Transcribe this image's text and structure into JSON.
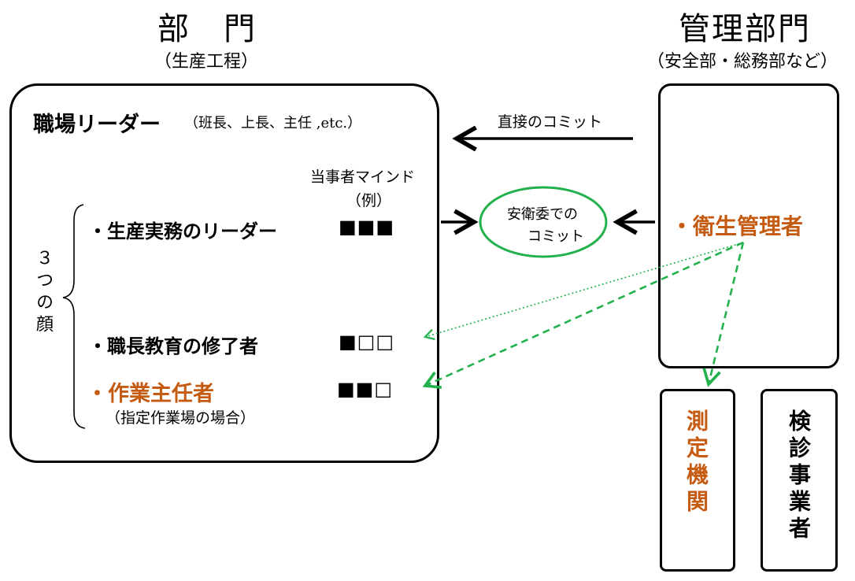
{
  "dept": {
    "title": "部　門",
    "subtitle": "（生産工程）",
    "leader_title": "職場リーダー",
    "leader_examples": "（班長、上長、主任 ,etc.）",
    "mind_label_line1": "当事者マインド",
    "mind_label_line2": "（例）",
    "three_faces": "３つの顔",
    "roles": [
      {
        "label": "・生産実務のリーダー",
        "mind": "■■■"
      },
      {
        "label": "・職長教育の修了者",
        "mind": "■□□"
      },
      {
        "label": "・作業主任者",
        "mind": "■■□",
        "note": "（指定作業場の場合）"
      }
    ]
  },
  "admin": {
    "title": "管理部門",
    "subtitle": "（安全部・総務部など）",
    "role": "・衛生管理者"
  },
  "commit": {
    "direct": "直接のコミット",
    "committee_line1": "安衛委での",
    "committee_line2": "コミット"
  },
  "external": {
    "measure": "測定機関",
    "health": "検診事業者"
  },
  "colors": {
    "accent_orange": "#c55a11",
    "green": "#22b14c"
  }
}
